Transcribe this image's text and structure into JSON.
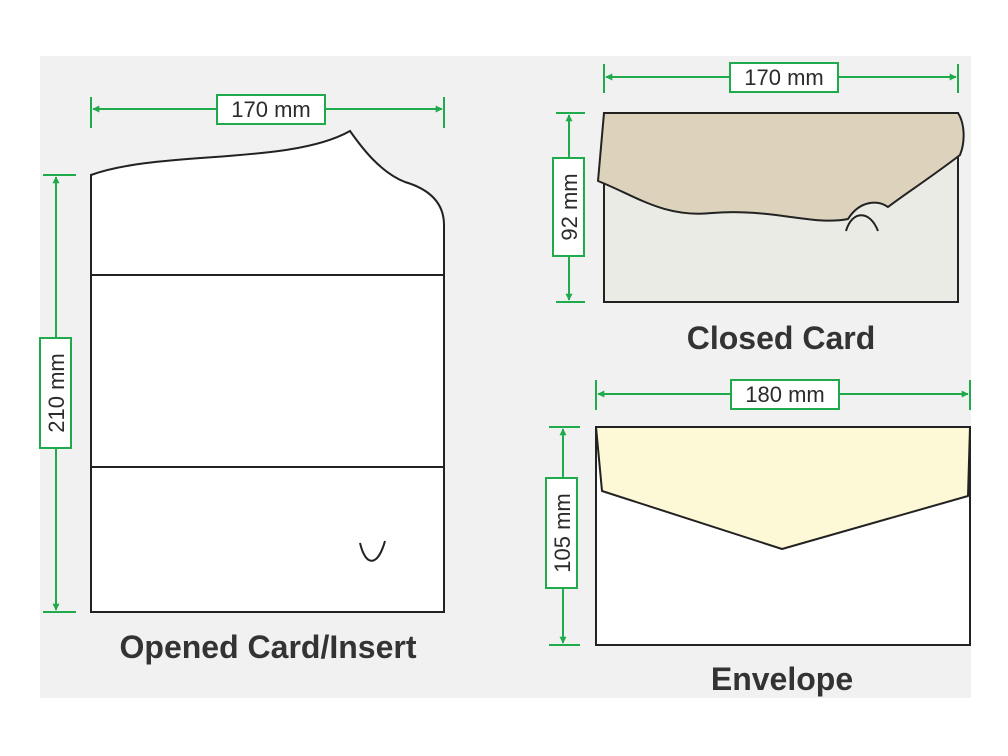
{
  "colors": {
    "dimension_green": "#1faa4b",
    "outline": "#222222",
    "card_face": "#e9ebe4",
    "card_flap": "#ddd3bd",
    "envelope_flap": "#fdf8d5",
    "panel_fill": "#ffffff",
    "backdrop": "#f1f1f2",
    "caption_text": "#333333"
  },
  "opened_card": {
    "caption": "Opened Card/Insert",
    "width_label": "170 mm",
    "height_label": "210 mm"
  },
  "closed_card": {
    "caption": "Closed Card",
    "width_label": "170 mm",
    "height_label": "92 mm"
  },
  "envelope": {
    "caption": "Envelope",
    "width_label": "180 mm",
    "height_label": "105 mm"
  }
}
